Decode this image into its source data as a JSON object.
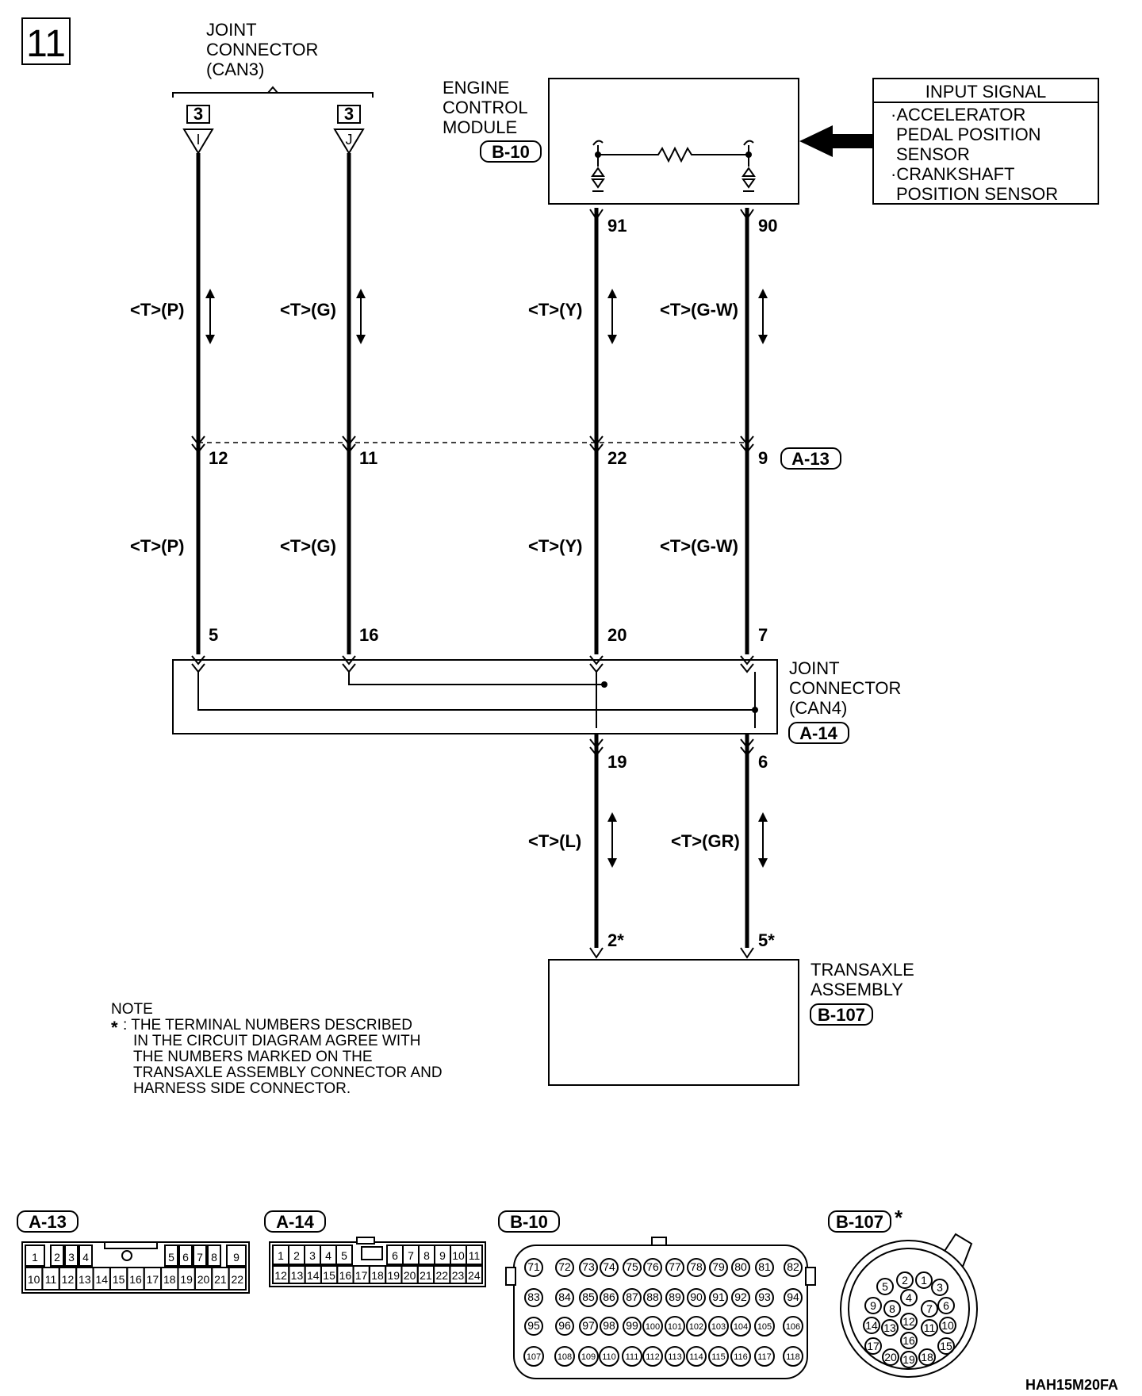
{
  "page_number": "11",
  "can3": {
    "title": [
      "JOINT",
      "CONNECTOR",
      "(CAN3)"
    ],
    "pin_number": "3",
    "terminal_left": "I",
    "terminal_right": "J"
  },
  "ecm": {
    "title": [
      "ENGINE",
      "CONTROL",
      "MODULE"
    ],
    "connector": "B-10"
  },
  "input_signal": {
    "header": "INPUT SIGNAL",
    "lines": [
      "·ACCELERATOR",
      "PEDAL POSITION",
      "SENSOR",
      "·CRANKSHAFT",
      "POSITION SENSOR"
    ]
  },
  "wires": [
    {
      "top_label": "<T>(P)",
      "mid_label": "<T>(P)",
      "term_a13": "12",
      "term_a14_top": "5"
    },
    {
      "top_label": "<T>(G)",
      "mid_label": "<T>(G)",
      "term_a13": "11",
      "term_a14_top": "16"
    },
    {
      "top_label": "<T>(Y)",
      "mid_label": "<T>(Y)",
      "term_ecm": "91",
      "term_a13": "22",
      "term_a14_top": "20",
      "term_a14_bottom": "19",
      "bottom_label": "<T>(L)",
      "term_tx": "2*"
    },
    {
      "top_label": "<T>(G-W)",
      "mid_label": "<T>(G-W)",
      "term_ecm": "90",
      "term_a13": "9",
      "term_a14_top": "7",
      "term_a14_bottom": "6",
      "bottom_label": "<T>(GR)",
      "term_tx": "5*"
    }
  ],
  "a13_label": "A-13",
  "can4": {
    "title": [
      "JOINT",
      "CONNECTOR",
      "(CAN4)"
    ],
    "connector": "A-14"
  },
  "transaxle": {
    "title": [
      "TRANSAXLE",
      "ASSEMBLY"
    ],
    "connector": "B-107"
  },
  "note": {
    "title": "NOTE",
    "star": "*",
    "lines": [
      ": THE TERMINAL NUMBERS DESCRIBED",
      "IN THE CIRCUIT DIAGRAM AGREE WITH",
      "THE NUMBERS MARKED ON THE",
      "TRANSAXLE ASSEMBLY CONNECTOR AND",
      "HARNESS SIDE CONNECTOR."
    ]
  },
  "connectors": {
    "a13": {
      "label": "A-13",
      "top": [
        "1",
        "2",
        "3",
        "4",
        "5",
        "6",
        "7",
        "8",
        "9"
      ],
      "bottom": [
        "10",
        "11",
        "12",
        "13",
        "14",
        "15",
        "16",
        "17",
        "18",
        "19",
        "20",
        "21",
        "22"
      ]
    },
    "a14": {
      "label": "A-14",
      "top": [
        "1",
        "2",
        "3",
        "4",
        "5",
        "6",
        "7",
        "8",
        "9",
        "10",
        "11"
      ],
      "bottom": [
        "12",
        "13",
        "14",
        "15",
        "16",
        "17",
        "18",
        "19",
        "20",
        "21",
        "22",
        "23",
        "24"
      ]
    },
    "b10": {
      "label": "B-10",
      "rows": [
        [
          "71",
          "72",
          "73",
          "74",
          "75",
          "76",
          "77",
          "78",
          "79",
          "80",
          "81",
          "82"
        ],
        [
          "83",
          "84",
          "85",
          "86",
          "87",
          "88",
          "89",
          "90",
          "91",
          "92",
          "93",
          "94"
        ],
        [
          "95",
          "96",
          "97",
          "98",
          "99",
          "100",
          "101",
          "102",
          "103",
          "104",
          "105",
          "106"
        ],
        [
          "107",
          "108",
          "109",
          "110",
          "111",
          "112",
          "113",
          "114",
          "115",
          "116",
          "117",
          "118"
        ]
      ]
    },
    "b107": {
      "label": "B-107",
      "star": "*",
      "pins": [
        "1",
        "2",
        "3",
        "4",
        "5",
        "6",
        "7",
        "8",
        "9",
        "10",
        "11",
        "12",
        "13",
        "14",
        "15",
        "16",
        "17",
        "18",
        "19",
        "20"
      ]
    }
  },
  "figure_code": "HAH15M20FA"
}
